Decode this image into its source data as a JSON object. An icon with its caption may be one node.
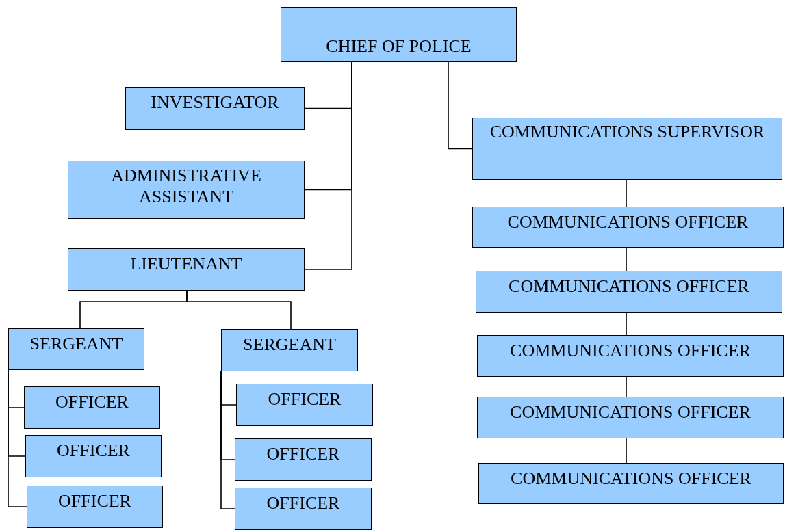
{
  "diagram": {
    "nodes": [
      {
        "text": [
          "CHIEF OF POLICE"
        ]
      },
      {
        "text": [
          "INVESTIGATOR"
        ]
      },
      {
        "text": [
          "ADMINISTRATIVE ASSISTANT"
        ]
      },
      {
        "text": [
          "LIEUTENANT"
        ]
      },
      {
        "text": [
          "SERGEANT"
        ]
      },
      {
        "text": [
          "OFFICER"
        ]
      },
      {
        "text": [
          "OFFICER"
        ]
      },
      {
        "text": [
          "OFFICER"
        ]
      },
      {
        "text": [
          "SERGEANT"
        ]
      },
      {
        "text": [
          "OFFICER"
        ]
      },
      {
        "text": [
          "OFFICER"
        ]
      },
      {
        "text": [
          "OFFICER"
        ]
      },
      {
        "text": [
          "COMMUNICATIONS SUPERVISOR"
        ]
      },
      {
        "text": [
          "COMMUNICATIONS OFFICER"
        ]
      },
      {
        "text": [
          "COMMUNICATIONS OFFICER"
        ]
      },
      {
        "text": [
          "COMMUNICATIONS OFFICER"
        ]
      },
      {
        "text": [
          "COMMUNICATIONS OFFICER"
        ]
      },
      {
        "text": [
          "COMMUNICATIONS OFFICER"
        ]
      }
    ],
    "edges": [
      {
        "from": 0,
        "to": 1,
        "arrow": "none"
      },
      {
        "from": 0,
        "to": 2,
        "arrow": "none"
      },
      {
        "from": 0,
        "to": 3,
        "arrow": "none"
      },
      {
        "from": 0,
        "to": 12,
        "arrow": "none"
      },
      {
        "from": 3,
        "to": 4,
        "arrow": "none"
      },
      {
        "from": 3,
        "to": 8,
        "arrow": "none"
      },
      {
        "from": 4,
        "to": 5,
        "arrow": "none"
      },
      {
        "from": 4,
        "to": 6,
        "arrow": "none"
      },
      {
        "from": 4,
        "to": 7,
        "arrow": "none"
      },
      {
        "from": 8,
        "to": 9,
        "arrow": "none"
      },
      {
        "from": 8,
        "to": 10,
        "arrow": "none"
      },
      {
        "from": 8,
        "to": 11,
        "arrow": "none"
      },
      {
        "from": 12,
        "to": 13,
        "arrow": "none"
      },
      {
        "from": 13,
        "to": 14,
        "arrow": "none"
      },
      {
        "from": 14,
        "to": 15,
        "arrow": "none"
      },
      {
        "from": 15,
        "to": 16,
        "arrow": "none"
      },
      {
        "from": 16,
        "to": 17,
        "arrow": "none"
      }
    ]
  }
}
